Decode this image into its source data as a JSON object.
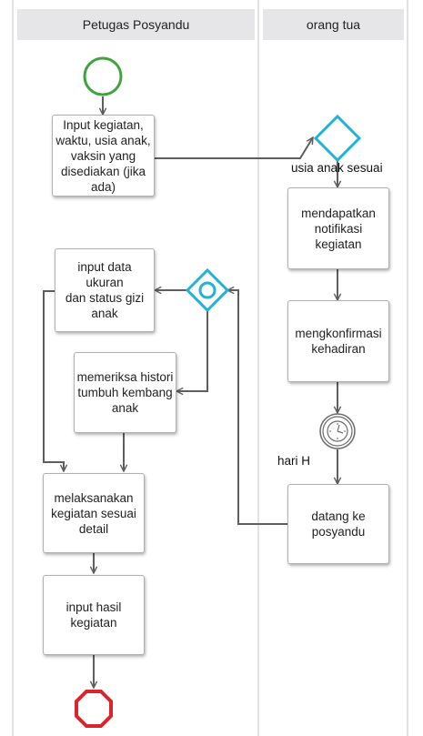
{
  "lanes": [
    {
      "title": "Petugas Posyandu"
    },
    {
      "title": "orang tua"
    }
  ],
  "tasks": {
    "input_kegiatan": "Input kegiatan,\nwaktu, usia anak,\nvaksin yang\ndisediakan (jika\nada)",
    "input_data_ukuran": "input data ukuran\ndan status gizi\nanak",
    "memeriksa_histori": "memeriksa histori\ntumbuh kembang\nanak",
    "melaksanakan_kegiatan": "melaksanakan\nkegiatan sesuai\ndetail",
    "input_hasil": "input hasil\nkegiatan",
    "mendapatkan_notifikasi": "mendapatkan\nnotifikasi\nkegiatan",
    "mengkonfirmasi_kehadiran": "mengkonfirmasi\nkehadiran",
    "datang_ke_posyandu": "datang ke\nposyandu"
  },
  "labels": {
    "usia_anak_sesuai": "usia anak sesuai",
    "hari_h": "hari H"
  },
  "icons": {
    "start_event": "start-circle-icon",
    "end_event": "end-octagon-icon",
    "timer_event": "clock-timer-icon",
    "exclusive_gateway": "diamond-gateway-icon",
    "inclusive_gateway": "diamond-circle-gateway-icon"
  },
  "colors": {
    "start": "#3fa33f",
    "end": "#d9262c",
    "gateway": "#21b3d3",
    "lane_header": "#e6e6e8",
    "flow": "#5e5e5e"
  }
}
